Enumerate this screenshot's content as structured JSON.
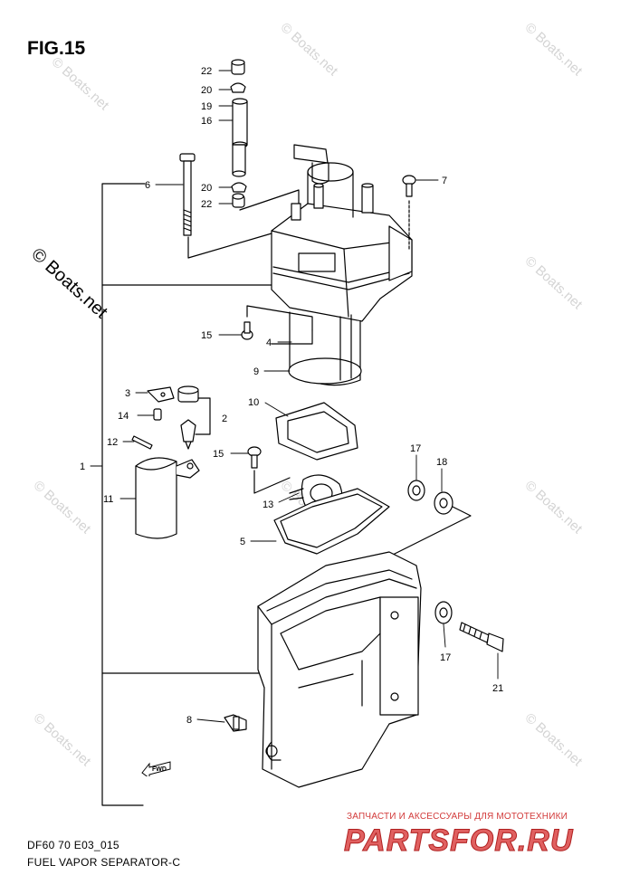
{
  "figure": {
    "title": "FIG.15"
  },
  "watermark": {
    "small": "© Boats.net",
    "large": "© Boats.net"
  },
  "footer": {
    "code": "DF60 70 E03_015",
    "name": "FUEL VAPOR SEPARATOR-C"
  },
  "brand": {
    "tagline": "ЗАПЧАСТИ И АКСЕССУАРЫ ДЛЯ МОТОТЕХНИКИ",
    "name": "PARTSFOR.RU"
  },
  "fwd_label": "FWD",
  "callouts": {
    "c22a": "22",
    "c20a": "20",
    "c19": "19",
    "c16": "16",
    "c6": "6",
    "c20b": "20",
    "c22b": "22",
    "c7": "7",
    "c15a": "15",
    "c4": "4",
    "c9": "9",
    "c3": "3",
    "c10": "10",
    "c2": "2",
    "c14": "14",
    "c12": "12",
    "c15b": "15",
    "c17a": "17",
    "c18": "18",
    "c1": "1",
    "c11": "11",
    "c13": "13",
    "c5": "5",
    "c17b": "17",
    "c21": "21",
    "c8": "8"
  }
}
